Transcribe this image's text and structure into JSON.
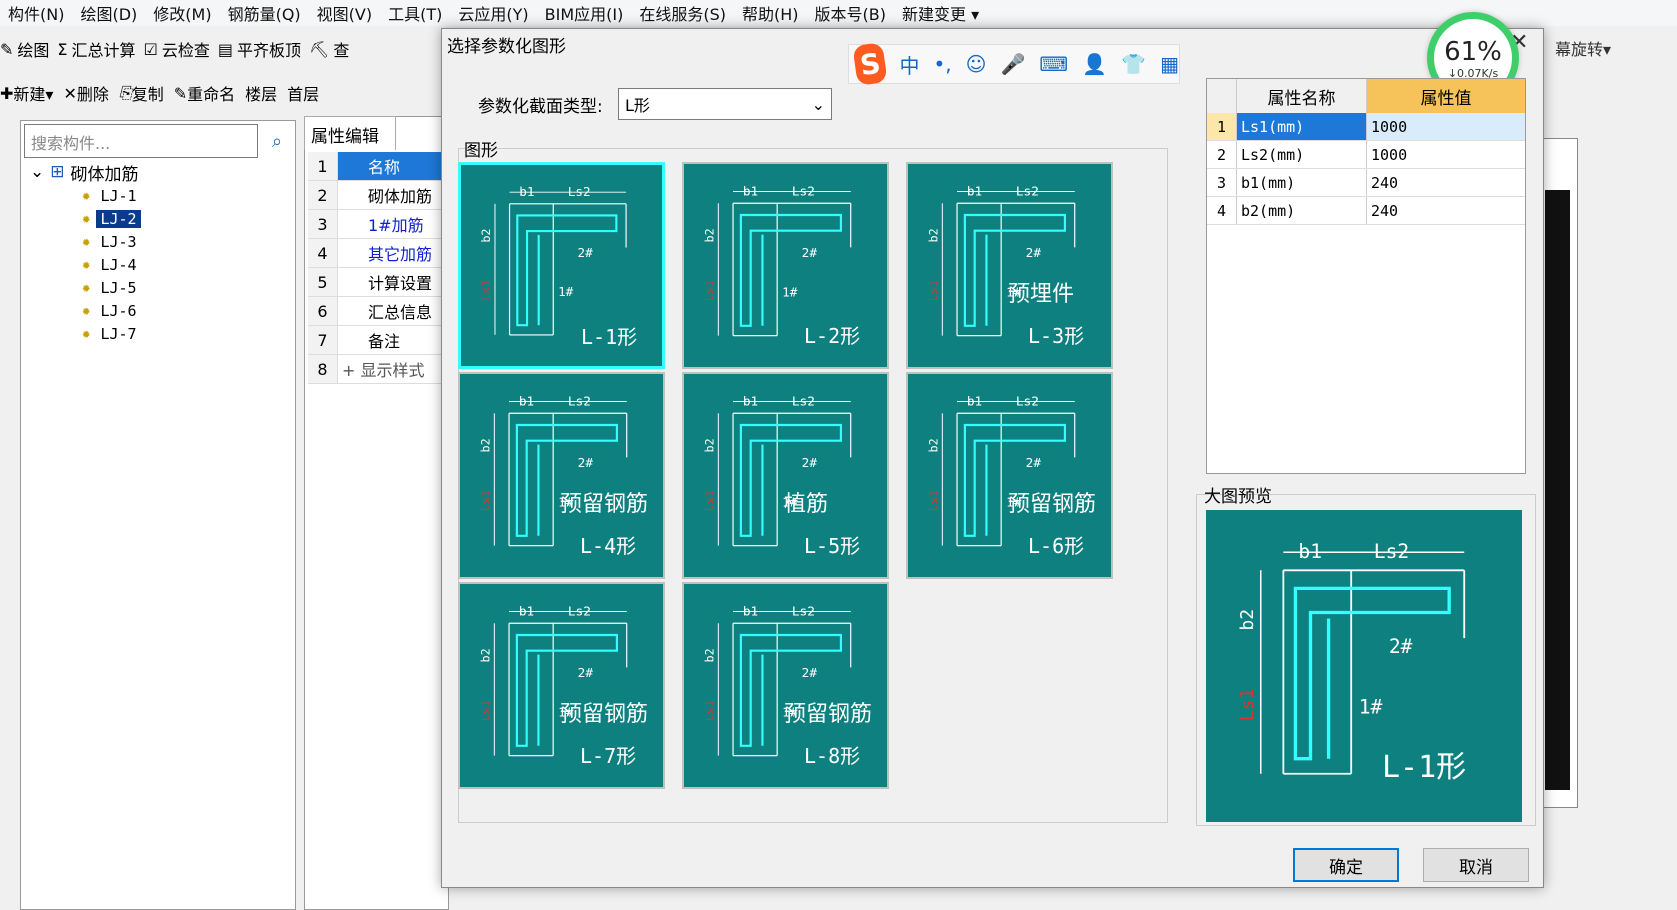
{
  "menubar": [
    "构件(N)",
    "绘图(D)",
    "修改(M)",
    "钢筋量(Q)",
    "视图(V)",
    "工具(T)",
    "云应用(Y)",
    "BIM应用(I)",
    "在线服务(S)",
    "帮助(H)",
    "版本号(B)",
    "新建变更 ▾"
  ],
  "toolbar1": [
    {
      "icon": "✎",
      "label": "绘图"
    },
    {
      "icon": "Σ",
      "label": "汇总计算"
    },
    {
      "icon": "☑",
      "label": "云检查"
    },
    {
      "icon": "▤",
      "label": "平齐板顶"
    },
    {
      "icon": "⛏",
      "label": "查"
    }
  ],
  "toolbar2": [
    {
      "icon": "✚",
      "label": "新建▾"
    },
    {
      "icon": "✕",
      "label": "删除"
    },
    {
      "icon": "⎘",
      "label": "复制"
    },
    {
      "icon": "✎",
      "label": "重命名"
    },
    {
      "icon": "",
      "label": "楼层"
    },
    {
      "icon": "",
      "label": "首层"
    }
  ],
  "right_toolbar": "幕旋转▾",
  "search": {
    "placeholder": "搜索构件..."
  },
  "tree": {
    "root": "砌体加筋",
    "items": [
      "LJ-1",
      "LJ-2",
      "LJ-3",
      "LJ-4",
      "LJ-5",
      "LJ-6",
      "LJ-7"
    ],
    "selected_index": 1
  },
  "prop_panel": {
    "tab": "属性编辑",
    "rows": [
      {
        "n": "1",
        "v": "名称"
      },
      {
        "n": "2",
        "v": "砌体加筋"
      },
      {
        "n": "3",
        "v": "1#加筋"
      },
      {
        "n": "4",
        "v": "其它加筋"
      },
      {
        "n": "5",
        "v": "计算设置"
      },
      {
        "n": "6",
        "v": "汇总信息"
      },
      {
        "n": "7",
        "v": "备注"
      },
      {
        "n": "8",
        "v": "+ 显示样式"
      }
    ]
  },
  "dialog": {
    "title": "选择参数化图形",
    "type_label": "参数化截面类型:",
    "type_value": "L形",
    "shapes_label": "图形",
    "preview_label": "大图预览",
    "ok": "确定",
    "cancel": "取消",
    "close": "✕",
    "shapes": [
      {
        "name": "L-1形",
        "sub": ""
      },
      {
        "name": "L-2形",
        "sub": ""
      },
      {
        "name": "L-3形",
        "sub": "预埋件"
      },
      {
        "name": "L-4形",
        "sub": "预留钢筋"
      },
      {
        "name": "L-5形",
        "sub": "植筋"
      },
      {
        "name": "L-6形",
        "sub": "预留钢筋"
      },
      {
        "name": "L-7形",
        "sub": "预留钢筋"
      },
      {
        "name": "L-8形",
        "sub": "预留钢筋"
      }
    ],
    "attr_headers": [
      "属性名称",
      "属性值"
    ],
    "attrs": [
      {
        "n": "1",
        "k": "Ls1(mm)",
        "v": "1000"
      },
      {
        "n": "2",
        "k": "Ls2(mm)",
        "v": "1000"
      },
      {
        "n": "3",
        "k": "b1(mm)",
        "v": "240"
      },
      {
        "n": "4",
        "k": "b2(mm)",
        "v": "240"
      }
    ],
    "dims": {
      "b1": "b1",
      "b2": "b2",
      "ls1": "Ls1",
      "ls2": "Ls2",
      "bar1": "1#",
      "bar2": "2#"
    }
  },
  "ime": {
    "items": [
      "中",
      "•,",
      "☺",
      "🎤",
      "⌨",
      "👤",
      "👕",
      "▦"
    ]
  },
  "speed": {
    "percent": "61%",
    "rate": "↓0.07K/s"
  },
  "colors": {
    "tile_bg": "#0e8080",
    "rebar": "#33ffff",
    "selected_border": "#33ffff",
    "tree_selected": "#0a3b8c"
  }
}
